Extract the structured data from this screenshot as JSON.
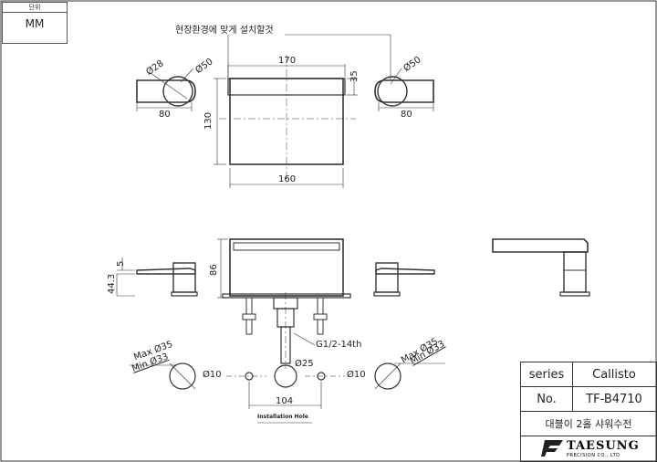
{
  "unit": {
    "header": "단위",
    "value": "MM"
  },
  "notes": {
    "install_note": "현장환경에 맞게 설치할것",
    "installation_hole": "Installation Hole",
    "thread": "G1/2-14th"
  },
  "dimensions": {
    "top_left_d28": "Ø28",
    "top_left_d50": "Ø50",
    "top_right_d50": "Ø50",
    "width_170": "170",
    "height_35": "35",
    "left_80": "80",
    "right_80": "80",
    "height_130": "130",
    "width_160": "160",
    "height_5": "5",
    "height_44_3": "44.3",
    "height_86": "86",
    "max_d35_left": "Max Ø35",
    "min_d33_left": "Min Ø33",
    "max_d35_right": "Max Ø35",
    "min_d33_right": "Min Ø33",
    "d10_left": "Ø10",
    "d25": "Ø25",
    "d10_right": "Ø10",
    "spacing_104": "104"
  },
  "title_block": {
    "series_label": "series",
    "series_value": "Callisto",
    "no_label": "No.",
    "no_value": "TF-B4710",
    "description": "대블이 2홀 샤워수전",
    "logo_name": "TAESUNG",
    "logo_sub": "PRECISION CO., LTD"
  },
  "colors": {
    "line": "#333333",
    "text": "#222222"
  }
}
